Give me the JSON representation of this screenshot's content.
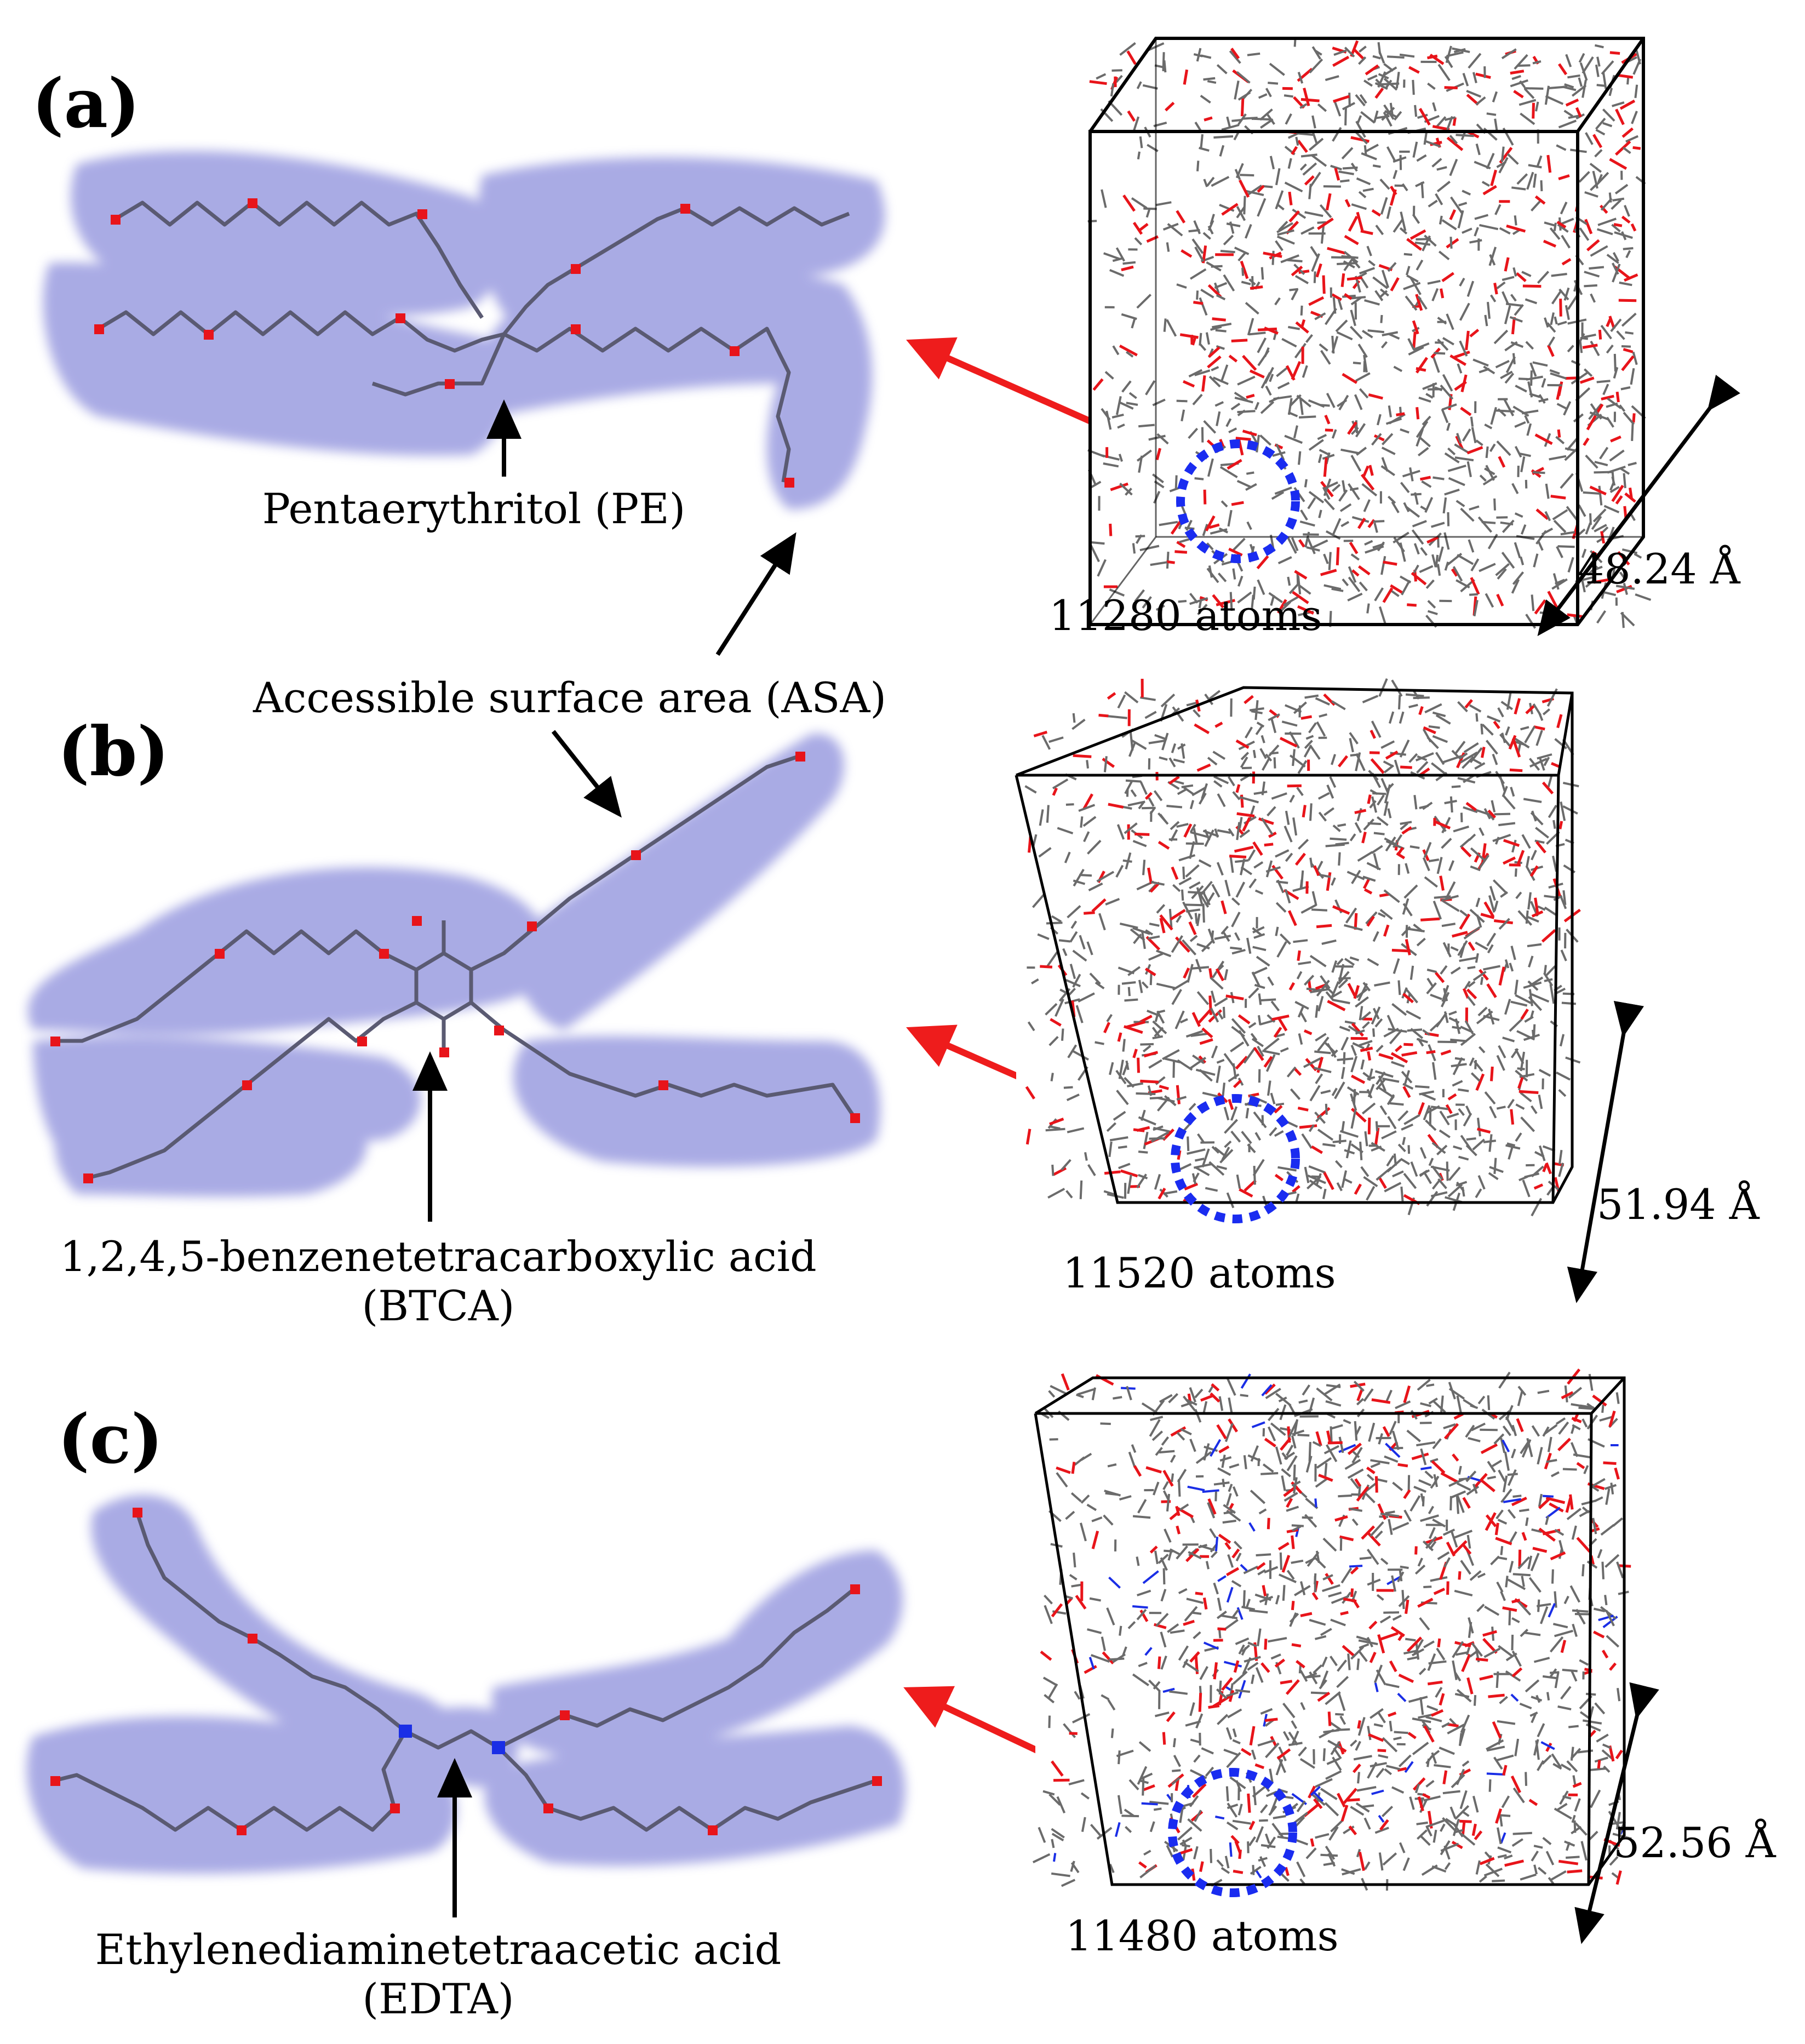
{
  "colors": {
    "surface": "#8d8fdc",
    "bond": "#5a5a72",
    "oxygen": "#e8141a",
    "nitrogen": "#1a2ee6",
    "red_arrow": "#ee1c1c",
    "circle": "#1a2cf0",
    "box_bond": "#6b6b6b"
  },
  "shared": {
    "asa_label": "Accessible surface area (ASA)"
  },
  "panels": [
    {
      "id": "a",
      "panel_label": "(a)",
      "core_label": "Pentaerythritol (PE)",
      "atoms": "11280 atoms",
      "dimension": "48.24 Å",
      "has_nitrogen": false
    },
    {
      "id": "b",
      "panel_label": "(b)",
      "core_label": "1,2,4,5-benzenetetracarboxylic acid",
      "core_label_abbr": "(BTCA)",
      "atoms": "11520 atoms",
      "dimension": "51.94 Å",
      "has_nitrogen": false
    },
    {
      "id": "c",
      "panel_label": "(c)",
      "core_label": "Ethylenediaminetetraacetic acid",
      "core_label_abbr": "(EDTA)",
      "atoms": "11480 atoms",
      "dimension": "52.56 Å",
      "has_nitrogen": true
    }
  ]
}
